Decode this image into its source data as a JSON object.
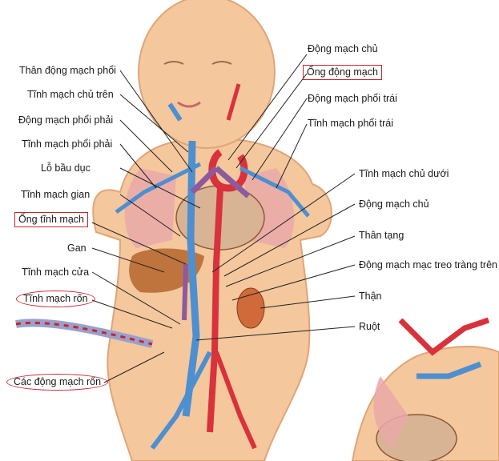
{
  "labels_left": [
    "Thân động mạch phổi",
    "Tĩnh mạch chủ trên",
    "Động mạch phổi phải",
    "Tĩnh mạch phổi phải",
    "Lỗ bầu dục",
    "Tĩnh mạch gian",
    "Ống tĩnh mạch",
    "Gan",
    "Tĩnh mạch cửa",
    "Tĩnh mạch rốn",
    "Các động mạch rốn"
  ],
  "labels_right": [
    "Động mạch chủ",
    "Ống động mạch",
    "Động mạch phổi trái",
    "Tĩnh mạch phổi trái",
    "Tĩnh mạch chủ dưới",
    "Động mạch chủ",
    "Thân tạng",
    "Động mạch mạc treo tràng trên",
    "Thận",
    "Ruột"
  ],
  "colors": {
    "skin": "#f4c79d",
    "skin_shadow": "#e0a577",
    "vein_blue": "#4d8fd0",
    "artery_red": "#d8323c",
    "mixed_purple": "#8d5a9e",
    "highlight_red": "#c8242b",
    "lung_pink": "#e9a9a9",
    "liver_brown": "#b5652e",
    "kidney": "#d06a3a"
  }
}
